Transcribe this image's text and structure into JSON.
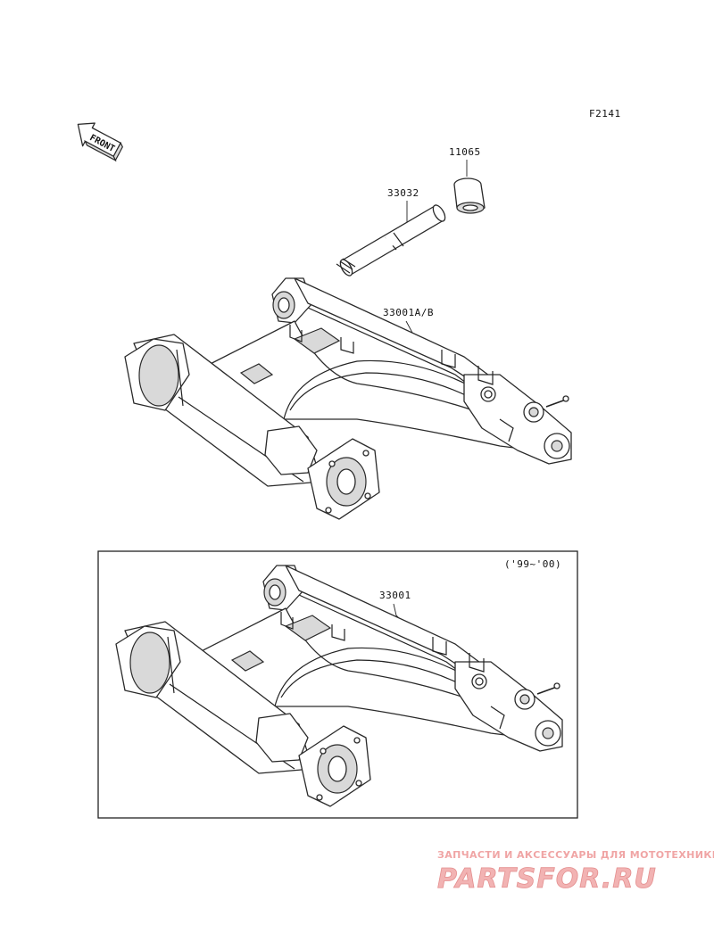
{
  "diagram": {
    "figure_code": "F2141",
    "front_indicator": "FRONT",
    "parts": {
      "bushing": "11065",
      "pivot_shaft": "33032",
      "swingarm_main": "33001A/B",
      "swingarm_alt": "33001"
    },
    "variant_box_label": "('99~'00)"
  },
  "watermark": {
    "tagline": "ЗАПЧАСТИ И АКСЕССУАРЫ ДЛЯ МОТОТЕХНИКИ",
    "logo": "PARTSFOR.RU",
    "colors": {
      "fill": "#f2b3b3",
      "stroke": "#e48f8f"
    }
  }
}
